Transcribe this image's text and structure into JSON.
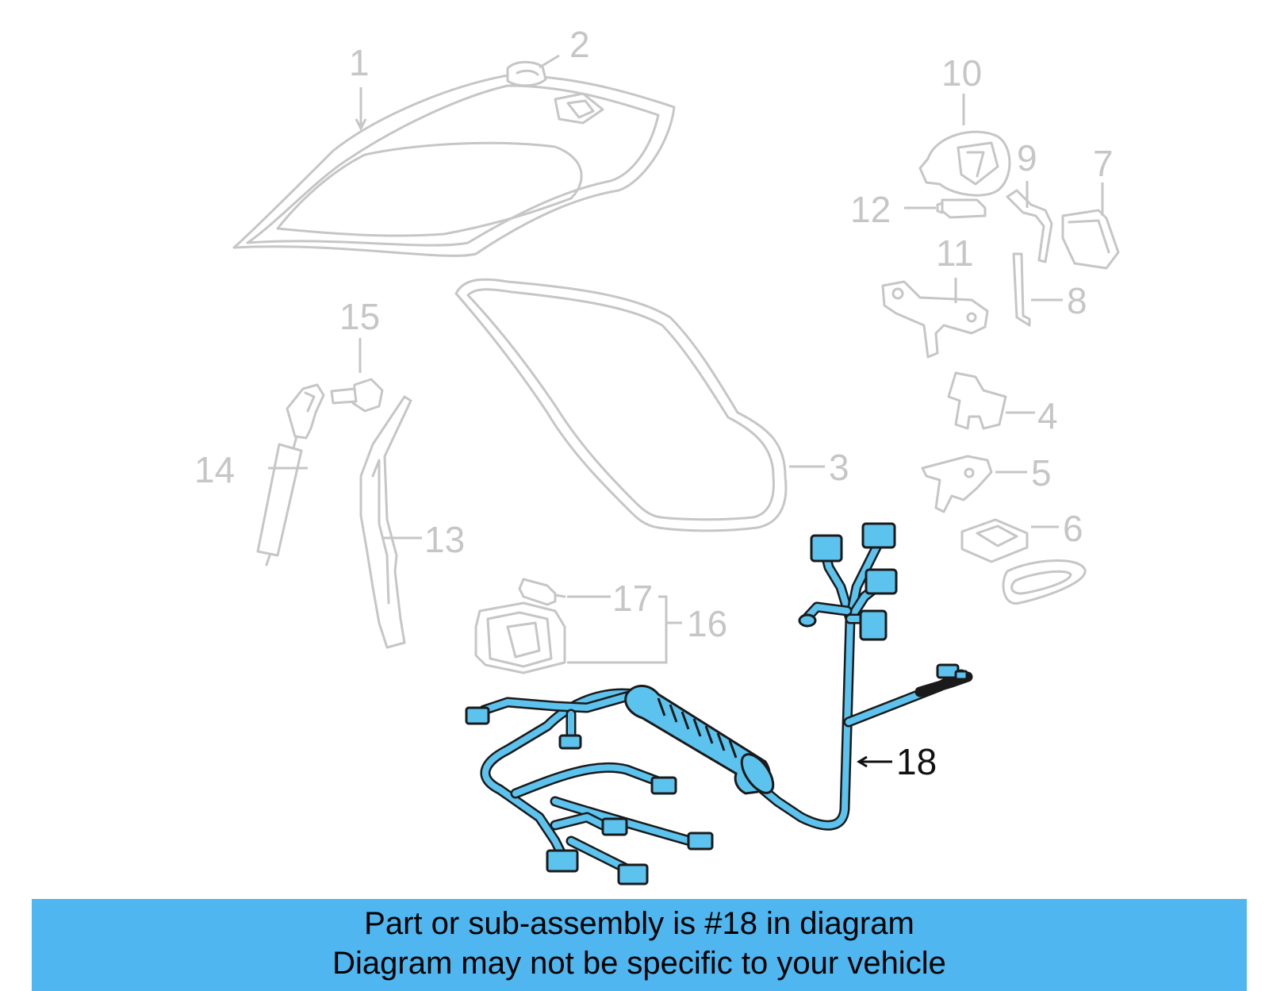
{
  "callouts": {
    "c1": "1",
    "c2": "2",
    "c3": "3",
    "c4": "4",
    "c5": "5",
    "c6": "6",
    "c7": "7",
    "c8": "8",
    "c9": "9",
    "c10": "10",
    "c11": "11",
    "c12": "12",
    "c13": "13",
    "c14": "14",
    "c15": "15",
    "c16": "16",
    "c17": "17",
    "c18": "18"
  },
  "highlighted_part": "18",
  "caption": {
    "line1": "Part or sub-assembly is #18 in diagram",
    "line2": "Diagram may not be specific to your vehicle"
  },
  "colors": {
    "highlight": "#5cc3ee",
    "caption_background": "#4fb6ef",
    "inactive_part": "#c6c6c6"
  }
}
